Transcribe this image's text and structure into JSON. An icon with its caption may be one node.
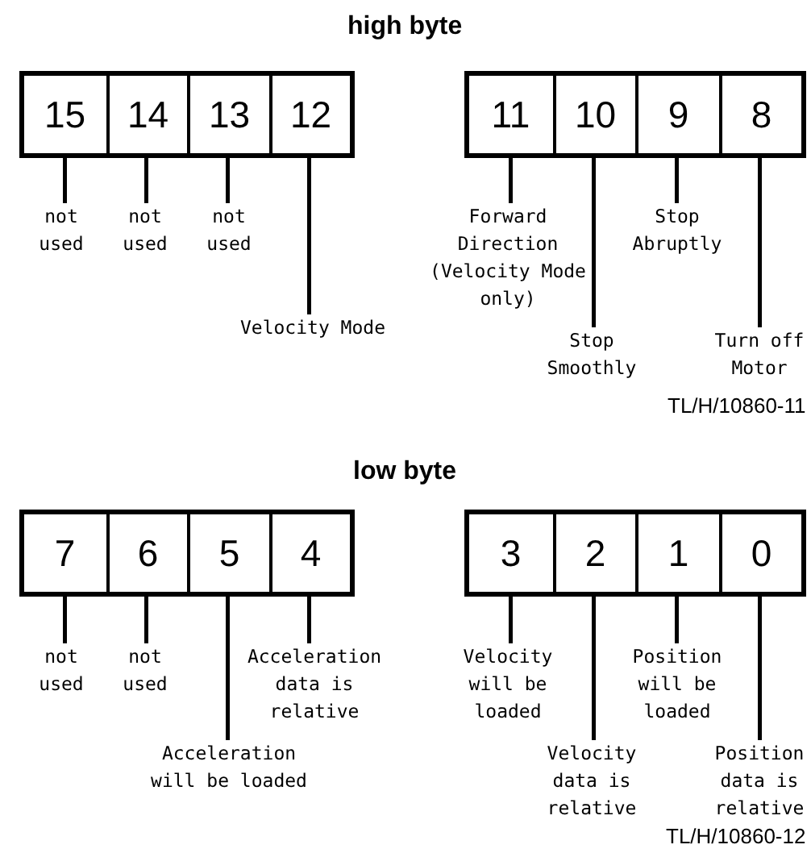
{
  "diagram": {
    "nodes": [
      {
        "text": [],
        "shape": "box"
      },
      {
        "text": [
          "15"
        ],
        "in": 0
      },
      {
        "text": [
          "14"
        ],
        "in": 0
      },
      {
        "text": [
          "13"
        ],
        "in": 0
      },
      {
        "text": [
          "12"
        ],
        "in": 0
      },
      {
        "text": [],
        "shape": "box"
      },
      {
        "text": [
          "11"
        ],
        "in": 5
      },
      {
        "text": [
          "10"
        ],
        "in": 5
      },
      {
        "text": [
          "9"
        ],
        "in": 5
      },
      {
        "text": [
          "8"
        ],
        "in": 5
      },
      {
        "text": [
          "not used"
        ]
      },
      {
        "text": [
          "not used"
        ]
      },
      {
        "text": [
          "not used"
        ]
      },
      {
        "text": [
          "Velocity Mode"
        ]
      },
      {
        "text": [
          "Forward Direction (Velocity Mode only)"
        ]
      },
      {
        "text": [
          "Stop Abruptly"
        ]
      },
      {
        "text": [
          "Stop Smoothly"
        ]
      },
      {
        "text": [
          "Turn off Motor"
        ]
      },
      {
        "text": [],
        "shape": "box"
      },
      {
        "text": [
          "7"
        ],
        "in": 18
      },
      {
        "text": [
          "6"
        ],
        "in": 18
      },
      {
        "text": [
          "5"
        ],
        "in": 18
      },
      {
        "text": [
          "4"
        ],
        "in": 18
      },
      {
        "text": [],
        "shape": "box"
      },
      {
        "text": [
          "3"
        ],
        "in": 23
      },
      {
        "text": [
          "2"
        ],
        "in": 23
      },
      {
        "text": [
          "1"
        ],
        "in": 23
      },
      {
        "text": [
          "0"
        ],
        "in": 23
      },
      {
        "text": [
          "not used"
        ]
      },
      {
        "text": [
          "not used"
        ]
      },
      {
        "text": [
          "Acceleration data is relative"
        ]
      },
      {
        "text": [
          "Velocity will be loaded"
        ]
      },
      {
        "text": [
          "Position will be loaded"
        ]
      },
      {
        "text": [
          "Acceleration will be loaded"
        ]
      },
      {
        "text": [
          "Velocity data is relative"
        ]
      },
      {
        "text": [
          "Position data is relative"
        ]
      }
    ],
    "edges": [
      {
        "from": 10,
        "to": 1,
        "arrow": "none"
      },
      {
        "from": 11,
        "to": 2,
        "arrow": "none"
      },
      {
        "from": 12,
        "to": 3,
        "arrow": "none"
      },
      {
        "from": 13,
        "to": 4,
        "arrow": "none"
      },
      {
        "from": 14,
        "to": 6,
        "arrow": "none"
      },
      {
        "from": 15,
        "to": 8,
        "arrow": "none"
      },
      {
        "from": 16,
        "to": 7,
        "arrow": "none"
      },
      {
        "from": 17,
        "to": 9,
        "arrow": "none"
      },
      {
        "from": 28,
        "to": 19,
        "arrow": "none"
      },
      {
        "from": 29,
        "to": 20,
        "arrow": "none"
      },
      {
        "from": 30,
        "to": 22,
        "arrow": "none"
      },
      {
        "from": 31,
        "to": 24,
        "arrow": "none"
      },
      {
        "from": 32,
        "to": 26,
        "arrow": "none"
      },
      {
        "from": 33,
        "to": 21,
        "arrow": "none"
      },
      {
        "from": 34,
        "to": 25,
        "arrow": "none"
      },
      {
        "from": 35,
        "to": 27,
        "arrow": "none"
      }
    ],
    "labels": [
      "high byte",
      "TL/H/10860-11",
      "low byte",
      "TL/H/10860-12"
    ]
  }
}
